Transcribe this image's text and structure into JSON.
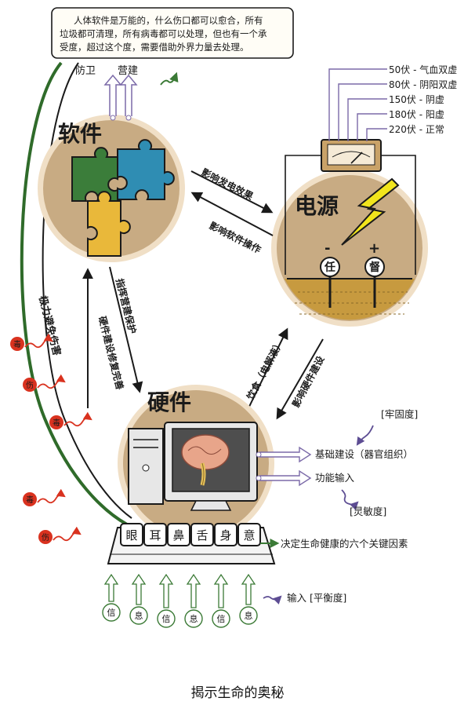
{
  "note": {
    "line1": "人体软件是万能的，什么伤口都可以愈合，所有",
    "line2": "垃圾都可清理，所有病毒都可以处理，但也有一个承",
    "line3": "受度，超过这个度，需要借助外界力量去处理。"
  },
  "software": {
    "title": "软件",
    "top_labels": [
      "防卫",
      "营建"
    ]
  },
  "power": {
    "title": "电源",
    "minus": "-",
    "plus": "+",
    "meridian_left": "任",
    "meridian_right": "督",
    "voltage_levels": [
      "50伏 - 气血双虚",
      "80伏 - 阴阳双虚",
      "150伏 - 阴虚",
      "180伏 - 阳虚",
      "220伏 - 正常"
    ]
  },
  "hardware": {
    "title": "硬件",
    "keys": [
      "眼",
      "耳",
      "鼻",
      "舌",
      "身",
      "意"
    ]
  },
  "arrows": {
    "sw_to_power": "影响发电效果",
    "power_to_sw": "影响软件操作",
    "sw_to_hw": "指挥营建保护",
    "hw_to_sw": "硬件建设修复完善",
    "hw_to_power": "饮食（电解液）",
    "power_to_hw": "影响硬件建设"
  },
  "side_text": "极力避免伤害",
  "red_threats": [
    "毒",
    "伤",
    "毒",
    "毒",
    "伤"
  ],
  "right_labels": {
    "firmness": "[牢固度]",
    "basic": "基础建设（器官组织）",
    "function": "功能输入",
    "sensitivity": "[灵敏度]",
    "six_factors": "决定生命健康的六个关键因素",
    "input": "输入 [平衡度]"
  },
  "info_bubbles": [
    "信",
    "息",
    "信",
    "息",
    "信",
    "息"
  ],
  "caption": "揭示生命的奥秘",
  "colors": {
    "circle_fill": "#c8ab83",
    "circle_ring": "#f0dfc6",
    "ink": "#1a1a1a",
    "green_arrow": "#3b7a36",
    "red_threat": "#d9321f",
    "purple_arrow": "#7b6aa8",
    "battery_liquid": "#c79a3f",
    "bolt": "#f2e51c"
  }
}
